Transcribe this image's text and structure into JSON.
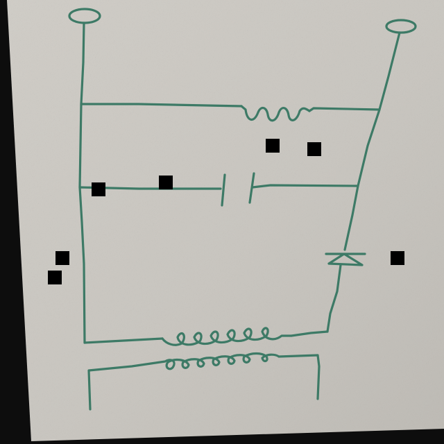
{
  "diagram": {
    "description_type": "hand-drawn circuit schematic photographed on paper",
    "components": [
      {
        "id": "terminal-left",
        "kind": "terminal"
      },
      {
        "id": "terminal-right",
        "kind": "terminal"
      },
      {
        "id": "resistor-top",
        "kind": "resistor"
      },
      {
        "id": "capacitor-middle",
        "kind": "capacitor"
      },
      {
        "id": "diode-right",
        "kind": "diode"
      },
      {
        "id": "transformer-primary",
        "kind": "inductor-coil"
      },
      {
        "id": "transformer-secondary",
        "kind": "inductor-coil"
      }
    ],
    "colors": {
      "ink": "#3d7a66",
      "paper": "#c9c6c0",
      "background": "#0d0d0d",
      "mask": "#000000"
    }
  }
}
